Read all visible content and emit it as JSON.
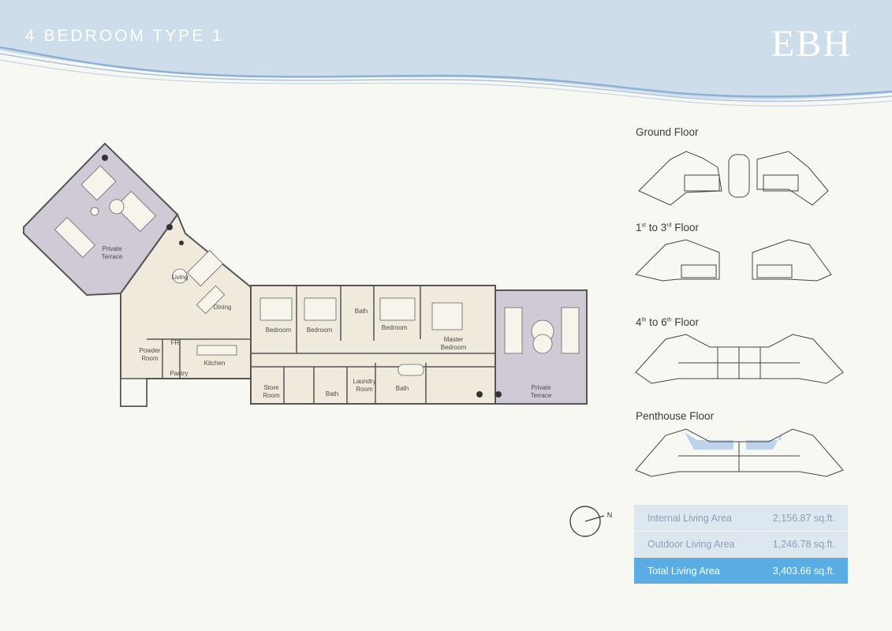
{
  "header": {
    "title": "4 BEDROOM TYPE 1",
    "brand": "EBH"
  },
  "colors": {
    "header_sky": "#cddde9",
    "wave": "#8fb0d6",
    "terrace": "#cfcad6",
    "interior": "#efeadc",
    "highlight": "#59ade3"
  },
  "plan_labels": {
    "private_terrace_1": "Private",
    "private_terrace_1b": "Terrace",
    "living": "Living",
    "dining": "Dining",
    "kitchen": "Kitchen",
    "powder_1": "Powder",
    "powder_2": "Room",
    "fr": "FR",
    "pantry": "Pantry",
    "bedroom_1": "Bedroom",
    "bedroom_2": "Bedroom",
    "bath_1": "Bath",
    "bedroom_3": "Bedroom",
    "master_1": "Master",
    "master_2": "Bedroom",
    "store_1": "Store",
    "store_2": "Room",
    "bath_2": "Bath",
    "laundry_1": "Laundry",
    "laundry_2": "Room",
    "bath_3": "Bath",
    "private_terrace_2": "Private",
    "private_terrace_2b": "Terrace"
  },
  "floors": {
    "ground": {
      "label": "Ground Floor"
    },
    "first_third": {
      "n1": "1",
      "s1": "st",
      "mid": " to 3",
      "s2": "rd",
      "rest": " Floor"
    },
    "fourth_sixth": {
      "n1": "4",
      "s1": "th",
      "mid": " to 6",
      "s2": "th",
      "rest": " Floor"
    },
    "penthouse": {
      "label": "Penthouse Floor"
    }
  },
  "compass": {
    "label": "N"
  },
  "areas": [
    {
      "label": "Internal Living Area",
      "value": "2,156.87 sq.ft."
    },
    {
      "label": "Outdoor Living Area",
      "value": "1,246.78 sq.ft."
    },
    {
      "label": "Total Living Area",
      "value": "3,403.66 sq.ft."
    }
  ]
}
